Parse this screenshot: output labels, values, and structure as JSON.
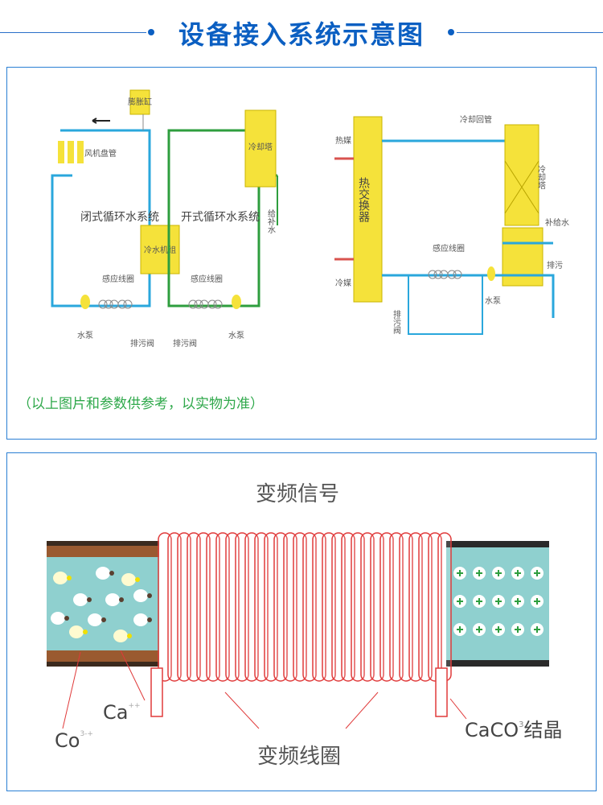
{
  "header": {
    "title": "设备接入系统示意图"
  },
  "diagram1": {
    "expansion_tank": "膨胀缸",
    "fan_coil": "风机盘管",
    "closed_loop": "闭式循环水系统",
    "open_loop": "开式循环水系统",
    "chiller": "冷水机组",
    "cooling_tower": "冷却塔",
    "makeup_water": "给补水",
    "coil_left": "感应线圈",
    "coil_right": "感应线圈",
    "pump_left": "水泵",
    "pump_right": "水泵",
    "drain_left": "排污阀",
    "drain_right": "排污阀"
  },
  "diagram2": {
    "hot_medium": "热媒",
    "cold_medium": "冷媒",
    "heat_exchanger": "热交换器",
    "return_pipe": "冷却回管",
    "cooling_tower": "冷却塔",
    "makeup": "补给水",
    "drain": "排污",
    "coil": "感应线圈",
    "pump": "水泵",
    "drain_valve": "排污阀"
  },
  "note": "（以上图片和参数供参考，以实物为准）",
  "diagram3": {
    "signal": "变频信号",
    "co3": "Co",
    "co3_sup": "3-+",
    "ca": "Ca",
    "ca_sup": "++",
    "coil": "变频线圈",
    "crystal": "CaCO",
    "crystal_sub": "3",
    "crystal_suffix": "结晶"
  },
  "colors": {
    "title": "#0b5fc2",
    "closed_pipe": "#2aa7dc",
    "open_pipe": "#2e9e3e",
    "equipment": "#f5e23a",
    "coil": "#e03a3a",
    "hot": "#d9534f"
  }
}
